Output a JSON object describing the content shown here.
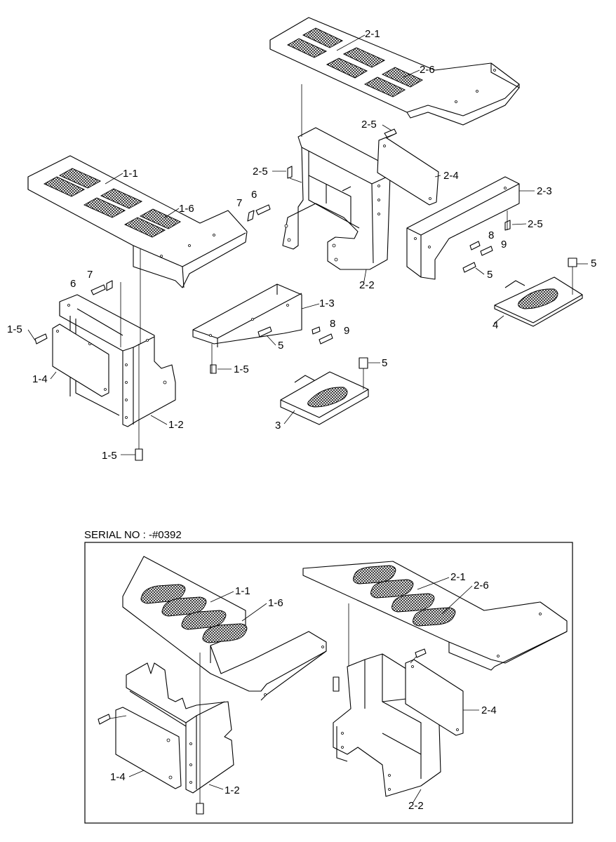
{
  "upper_view": {
    "callouts": [
      {
        "id": "c-2-1",
        "text": "2-1"
      },
      {
        "id": "c-2-6",
        "text": "2-6"
      },
      {
        "id": "c-2-5a",
        "text": "2-5"
      },
      {
        "id": "c-2-5b",
        "text": "2-5"
      },
      {
        "id": "c-2-4",
        "text": "2-4"
      },
      {
        "id": "c-2-3",
        "text": "2-3"
      },
      {
        "id": "c-2-5c",
        "text": "2-5"
      },
      {
        "id": "c-6a",
        "text": "6"
      },
      {
        "id": "c-7a",
        "text": "7"
      },
      {
        "id": "c-8a",
        "text": "8"
      },
      {
        "id": "c-9a",
        "text": "9"
      },
      {
        "id": "c-5a",
        "text": "5"
      },
      {
        "id": "c-5b",
        "text": "5"
      },
      {
        "id": "c-4",
        "text": "4"
      },
      {
        "id": "c-2-2",
        "text": "2-2"
      },
      {
        "id": "c-1-1",
        "text": "1-1"
      },
      {
        "id": "c-1-6",
        "text": "1-6"
      },
      {
        "id": "c-7b",
        "text": "7"
      },
      {
        "id": "c-6b",
        "text": "6"
      },
      {
        "id": "c-1-5a",
        "text": "1-5"
      },
      {
        "id": "c-1-4",
        "text": "1-4"
      },
      {
        "id": "c-1-3",
        "text": "1-3"
      },
      {
        "id": "c-8b",
        "text": "8"
      },
      {
        "id": "c-9b",
        "text": "9"
      },
      {
        "id": "c-5c",
        "text": "5"
      },
      {
        "id": "c-1-5b",
        "text": "1-5"
      },
      {
        "id": "c-5d",
        "text": "5"
      },
      {
        "id": "c-3",
        "text": "3"
      },
      {
        "id": "c-1-2",
        "text": "1-2"
      },
      {
        "id": "c-1-5c",
        "text": "1-5"
      }
    ]
  },
  "lower_view": {
    "serial_label": "SERIAL NO : -#0392",
    "callouts": [
      {
        "id": "d-1-1",
        "text": "1-1"
      },
      {
        "id": "d-1-6",
        "text": "1-6"
      },
      {
        "id": "d-2-1",
        "text": "2-1"
      },
      {
        "id": "d-2-6",
        "text": "2-6"
      },
      {
        "id": "d-2-4",
        "text": "2-4"
      },
      {
        "id": "d-1-4",
        "text": "1-4"
      },
      {
        "id": "d-1-2",
        "text": "1-2"
      },
      {
        "id": "d-2-2",
        "text": "2-2"
      }
    ]
  }
}
